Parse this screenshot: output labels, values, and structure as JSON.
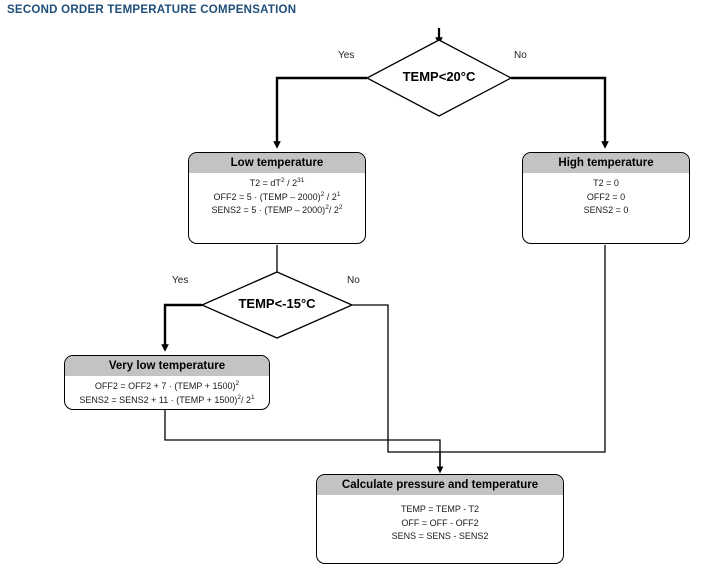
{
  "title": "SECOND ORDER TEMPERATURE COMPENSATION",
  "colors": {
    "title": "#1F4E79",
    "header_fill": "#c3c3c3",
    "box_fill": "#ffffff",
    "stroke": "#000000"
  },
  "decisions": [
    {
      "name": "temp-lt-20",
      "label": "TEMP<20°C",
      "yes_label": "Yes",
      "no_label": "No"
    },
    {
      "name": "temp-lt-minus15",
      "label": "TEMP<-15°C",
      "yes_label": "Yes",
      "no_label": "No"
    }
  ],
  "boxes": {
    "low_temperature": {
      "header": "Low temperature",
      "lines": [
        "T2 = dT² / 2³¹",
        "OFF2 = 5 · (TEMP – 2000)² / 2¹",
        "SENS2 = 5 · (TEMP – 2000)² / 2²"
      ]
    },
    "high_temperature": {
      "header": "High temperature",
      "lines": [
        "T2 = 0",
        "OFF2 = 0",
        "SENS2 = 0"
      ]
    },
    "very_low_temperature": {
      "header": "Very low temperature",
      "lines": [
        "OFF2 = OFF2 + 7 · (TEMP + 1500)²",
        "SENS2 = SENS2 + 11 · (TEMP + 1500)² / 2¹"
      ]
    },
    "calculate": {
      "header": "Calculate pressure and temperature",
      "lines": [
        "TEMP = TEMP - T2",
        "OFF = OFF - OFF2",
        "SENS = SENS - SENS2"
      ]
    }
  }
}
